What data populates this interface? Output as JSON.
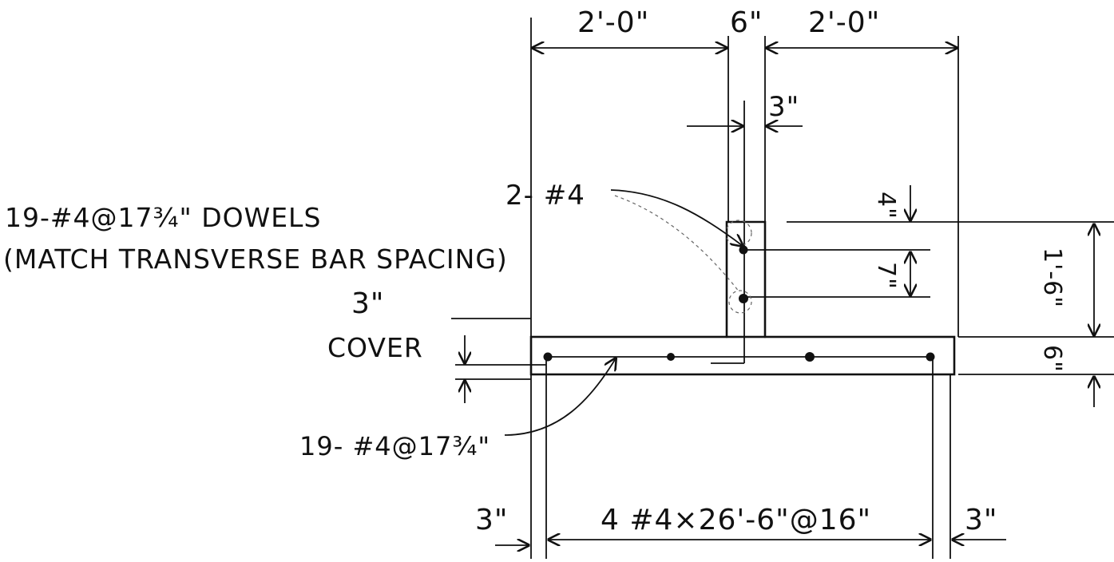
{
  "dimensions": {
    "left_width": "2'-0\"",
    "stem_width": "6\"",
    "right_width": "2'-0\"",
    "stem_offset": "3\"",
    "top_to_bar": "4\"",
    "bar_spacing": "7\"",
    "stem_height": "1'-6\"",
    "slab_thickness": "6\"",
    "left_edge": "3\"",
    "right_edge": "3\"",
    "long_bars": "4  #4×26'-6\"@16\""
  },
  "notes": {
    "dowels_line1": "19-#4@17¾\" DOWELS",
    "dowels_line2": "(MATCH TRANSVERSE BAR SPACING)",
    "cover_value": "3\"",
    "cover_label": "COVER",
    "stem_bars": "2- #4",
    "transverse_bars": "19- #4@17¾\""
  },
  "colors": {
    "ink": "#111111",
    "paper": "#ffffff"
  }
}
